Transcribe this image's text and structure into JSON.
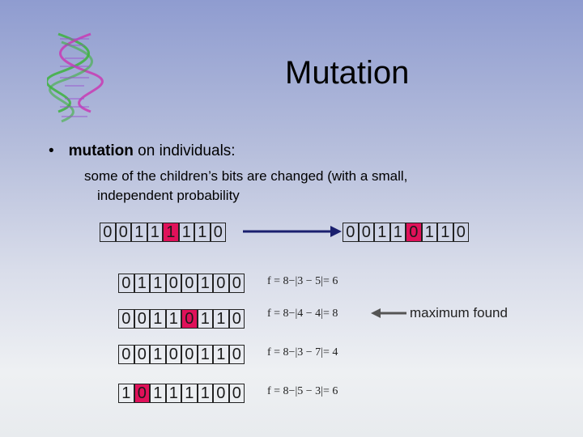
{
  "slide": {
    "title": "Mutation",
    "bullet": {
      "marker": "•",
      "bold": "mutation",
      "rest": " on individuals:"
    },
    "subtext_line1": "some of the children’s bits are changed (with a small,",
    "subtext_line2": "independent probability",
    "mutation_example": {
      "before": {
        "bits": [
          "0",
          "0",
          "1",
          "1",
          "1",
          "1",
          "1",
          "0"
        ],
        "highlight": [
          4
        ]
      },
      "after": {
        "bits": [
          "0",
          "0",
          "1",
          "1",
          "0",
          "1",
          "1",
          "0"
        ],
        "highlight": [
          4
        ]
      }
    },
    "population": [
      {
        "bits": [
          "0",
          "1",
          "1",
          "0",
          "0",
          "1",
          "0",
          "0"
        ],
        "highlight": [],
        "formula": "f = 8−|3 − 5|= 6"
      },
      {
        "bits": [
          "0",
          "0",
          "1",
          "1",
          "0",
          "1",
          "1",
          "0"
        ],
        "highlight": [
          4
        ],
        "formula": "f = 8−|4 − 4|= 8"
      },
      {
        "bits": [
          "0",
          "0",
          "1",
          "0",
          "0",
          "1",
          "1",
          "0"
        ],
        "highlight": [],
        "formula": "f = 8−|3 − 7|= 4"
      },
      {
        "bits": [
          "1",
          "0",
          "1",
          "1",
          "1",
          "1",
          "0",
          "0"
        ],
        "highlight": [
          1
        ],
        "formula": "f = 8−|5 − 3|= 6"
      }
    ],
    "note": "maximum found",
    "colors": {
      "highlight": "#e0115a",
      "arrow": "#1a1f6e"
    }
  }
}
